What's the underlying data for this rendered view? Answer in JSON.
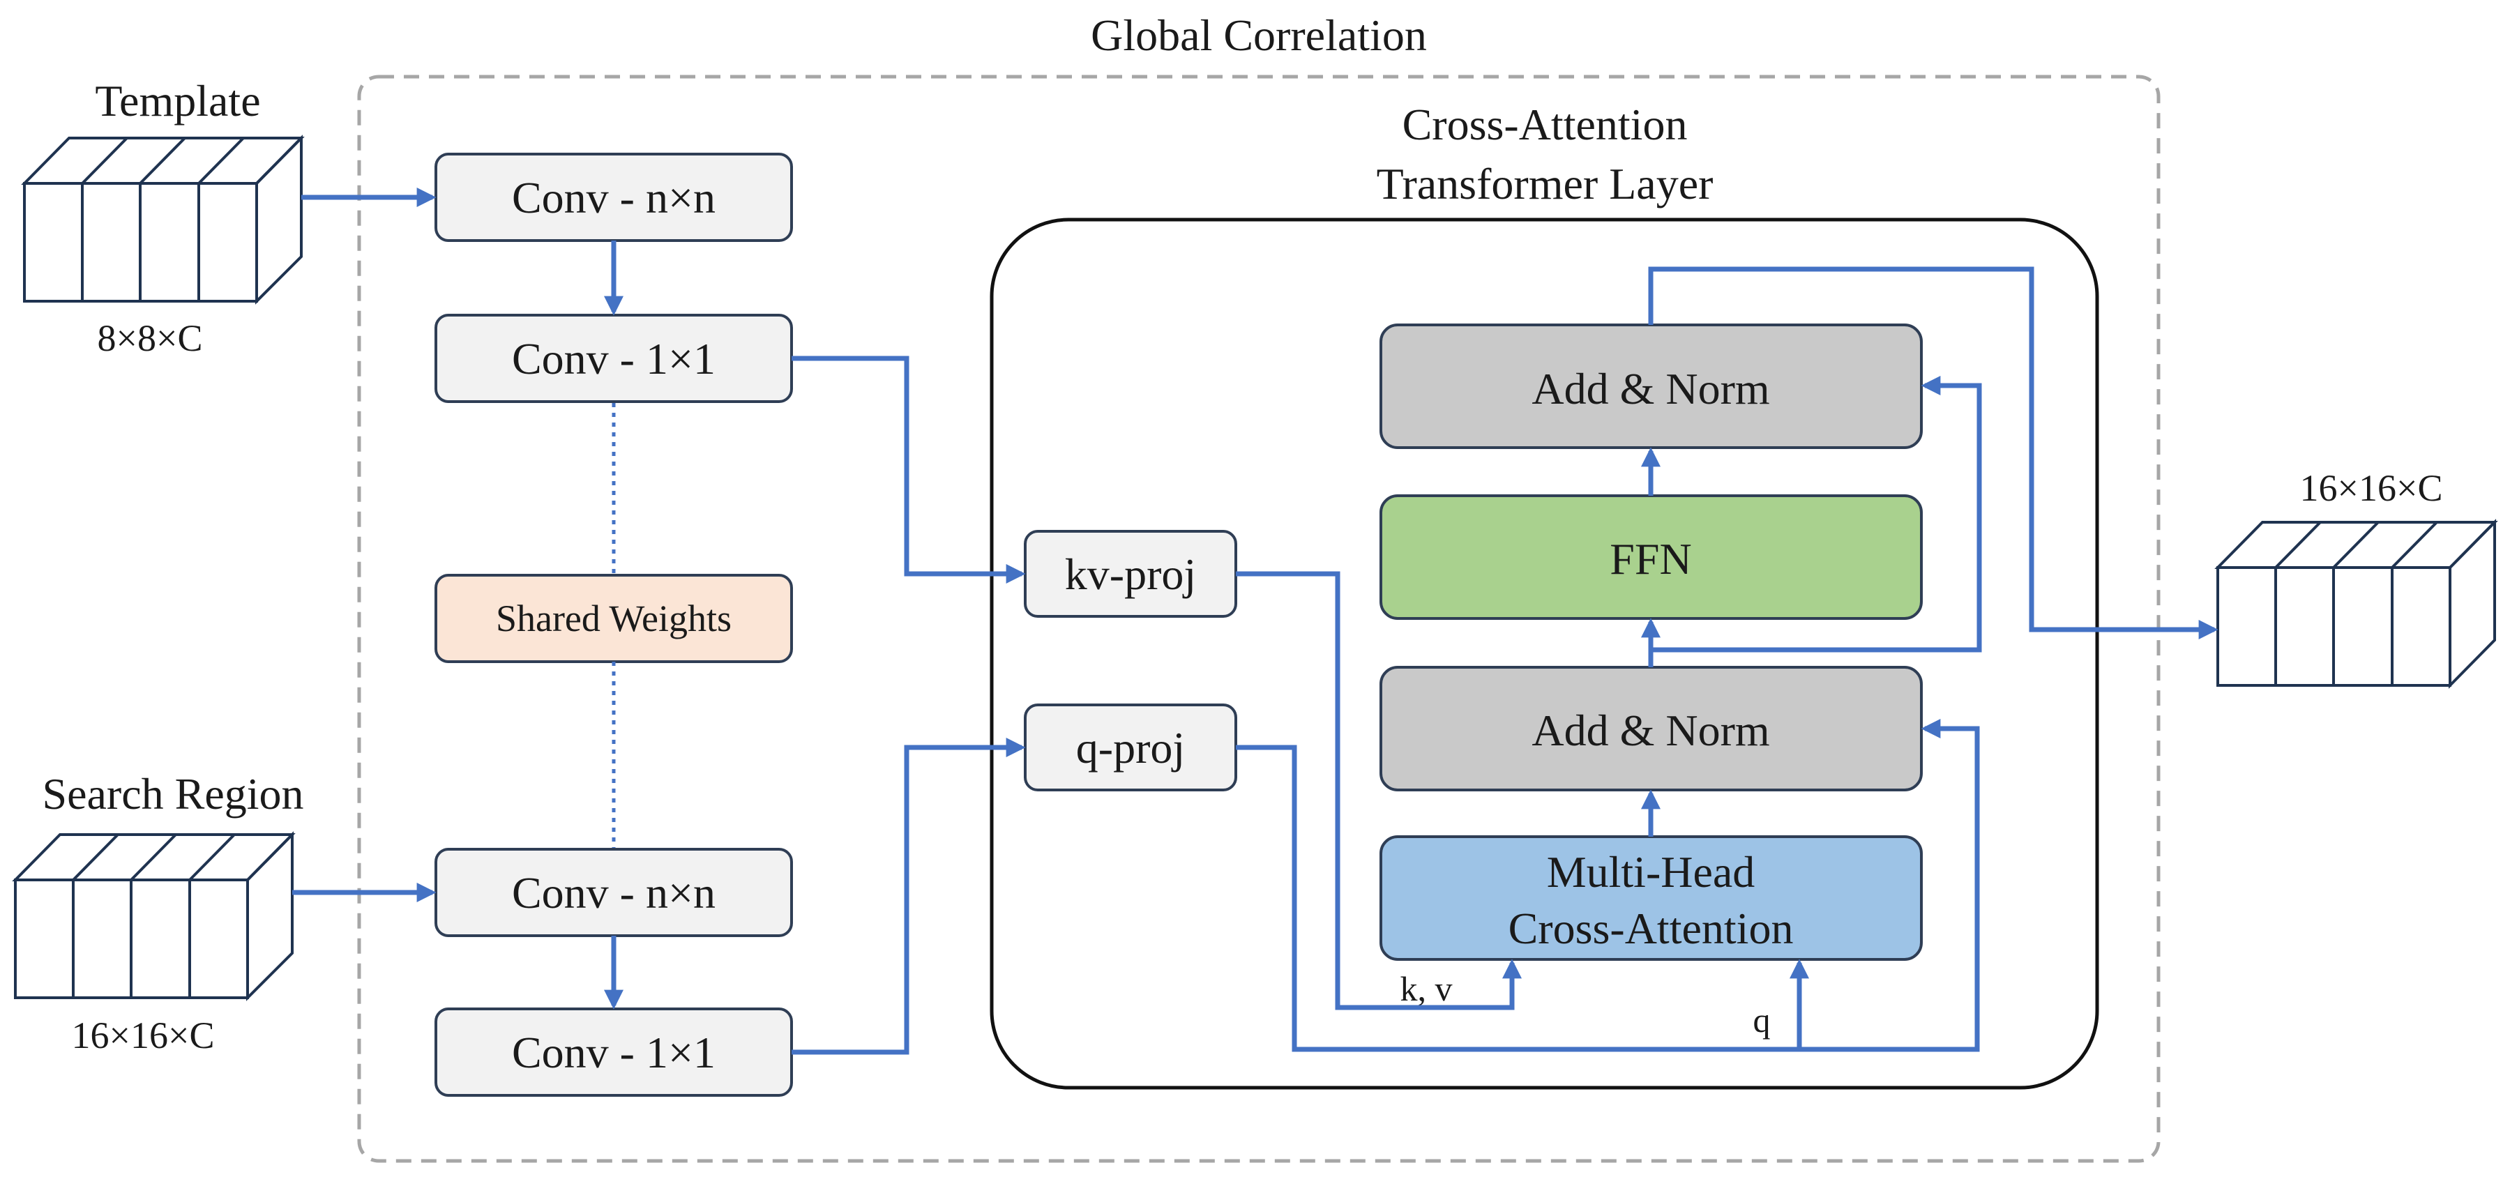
{
  "title": "Global Correlation",
  "inputs": {
    "template": {
      "label": "Template",
      "dims": "8×8×C"
    },
    "search": {
      "label": "Search Region",
      "dims": "16×16×C"
    }
  },
  "output": {
    "dims": "16×16×C"
  },
  "blocks": {
    "conv_nxn_top": "Conv - n×n",
    "conv_1x1_top": "Conv - 1×1",
    "shared_weights": "Shared Weights",
    "conv_nxn_bottom": "Conv - n×n",
    "conv_1x1_bottom": "Conv - 1×1",
    "kv_proj": "kv-proj",
    "q_proj": "q-proj"
  },
  "transformer": {
    "title_line1": "Cross-Attention",
    "title_line2": "Transformer  Layer",
    "add_norm_top": "Add & Norm",
    "ffn": "FFN",
    "add_norm_bottom": "Add & Norm",
    "mhca_line1": "Multi-Head",
    "mhca_line2": "Cross-Attention",
    "kv_label": "k, v",
    "q_label": "q"
  },
  "colors": {
    "wire": "#4472c4",
    "box_fill": "#f2f2f2",
    "shared_fill": "#fbe5d6",
    "add_norm_fill": "#c9c9c9",
    "ffn_fill": "#a9d18e",
    "mhca_fill": "#9dc3e6",
    "cube_front": "#ccffff",
    "cube_side": "#9fcac9",
    "border_dashed": "#a6a6a6"
  }
}
